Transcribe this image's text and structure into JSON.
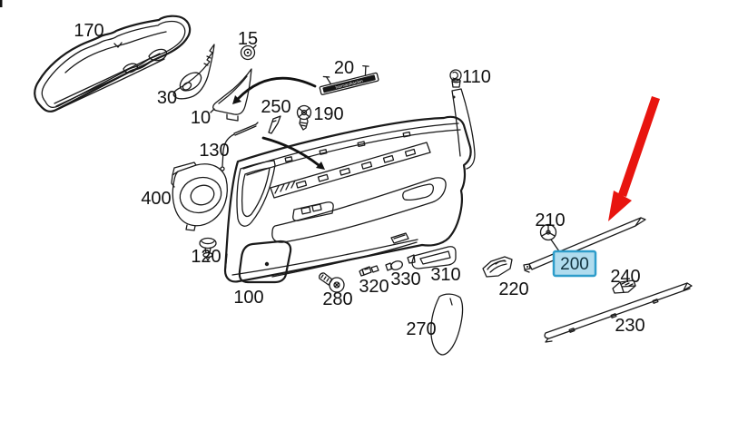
{
  "diagram": {
    "subject": "Car door interior trim panel exploded parts view",
    "badge_text": "harman/kardon",
    "highlighted_part": "200",
    "colors": {
      "background": "#ffffff",
      "line": "#1a1a1a",
      "pointer_arrow": "#e8150f",
      "highlight_fill": "#b0dcee",
      "highlight_border": "#2e9dca"
    },
    "labels": {
      "170": "170",
      "30": "30",
      "15": "15",
      "10": "10",
      "20": "20",
      "110": "110",
      "250": "250",
      "190": "190",
      "130": "130",
      "400": "400",
      "120": "120",
      "100": "100",
      "280": "280",
      "320": "320",
      "330": "330",
      "310": "310",
      "270": "270",
      "220": "220",
      "210": "210",
      "200": "200",
      "240": "240",
      "230": "230"
    }
  }
}
